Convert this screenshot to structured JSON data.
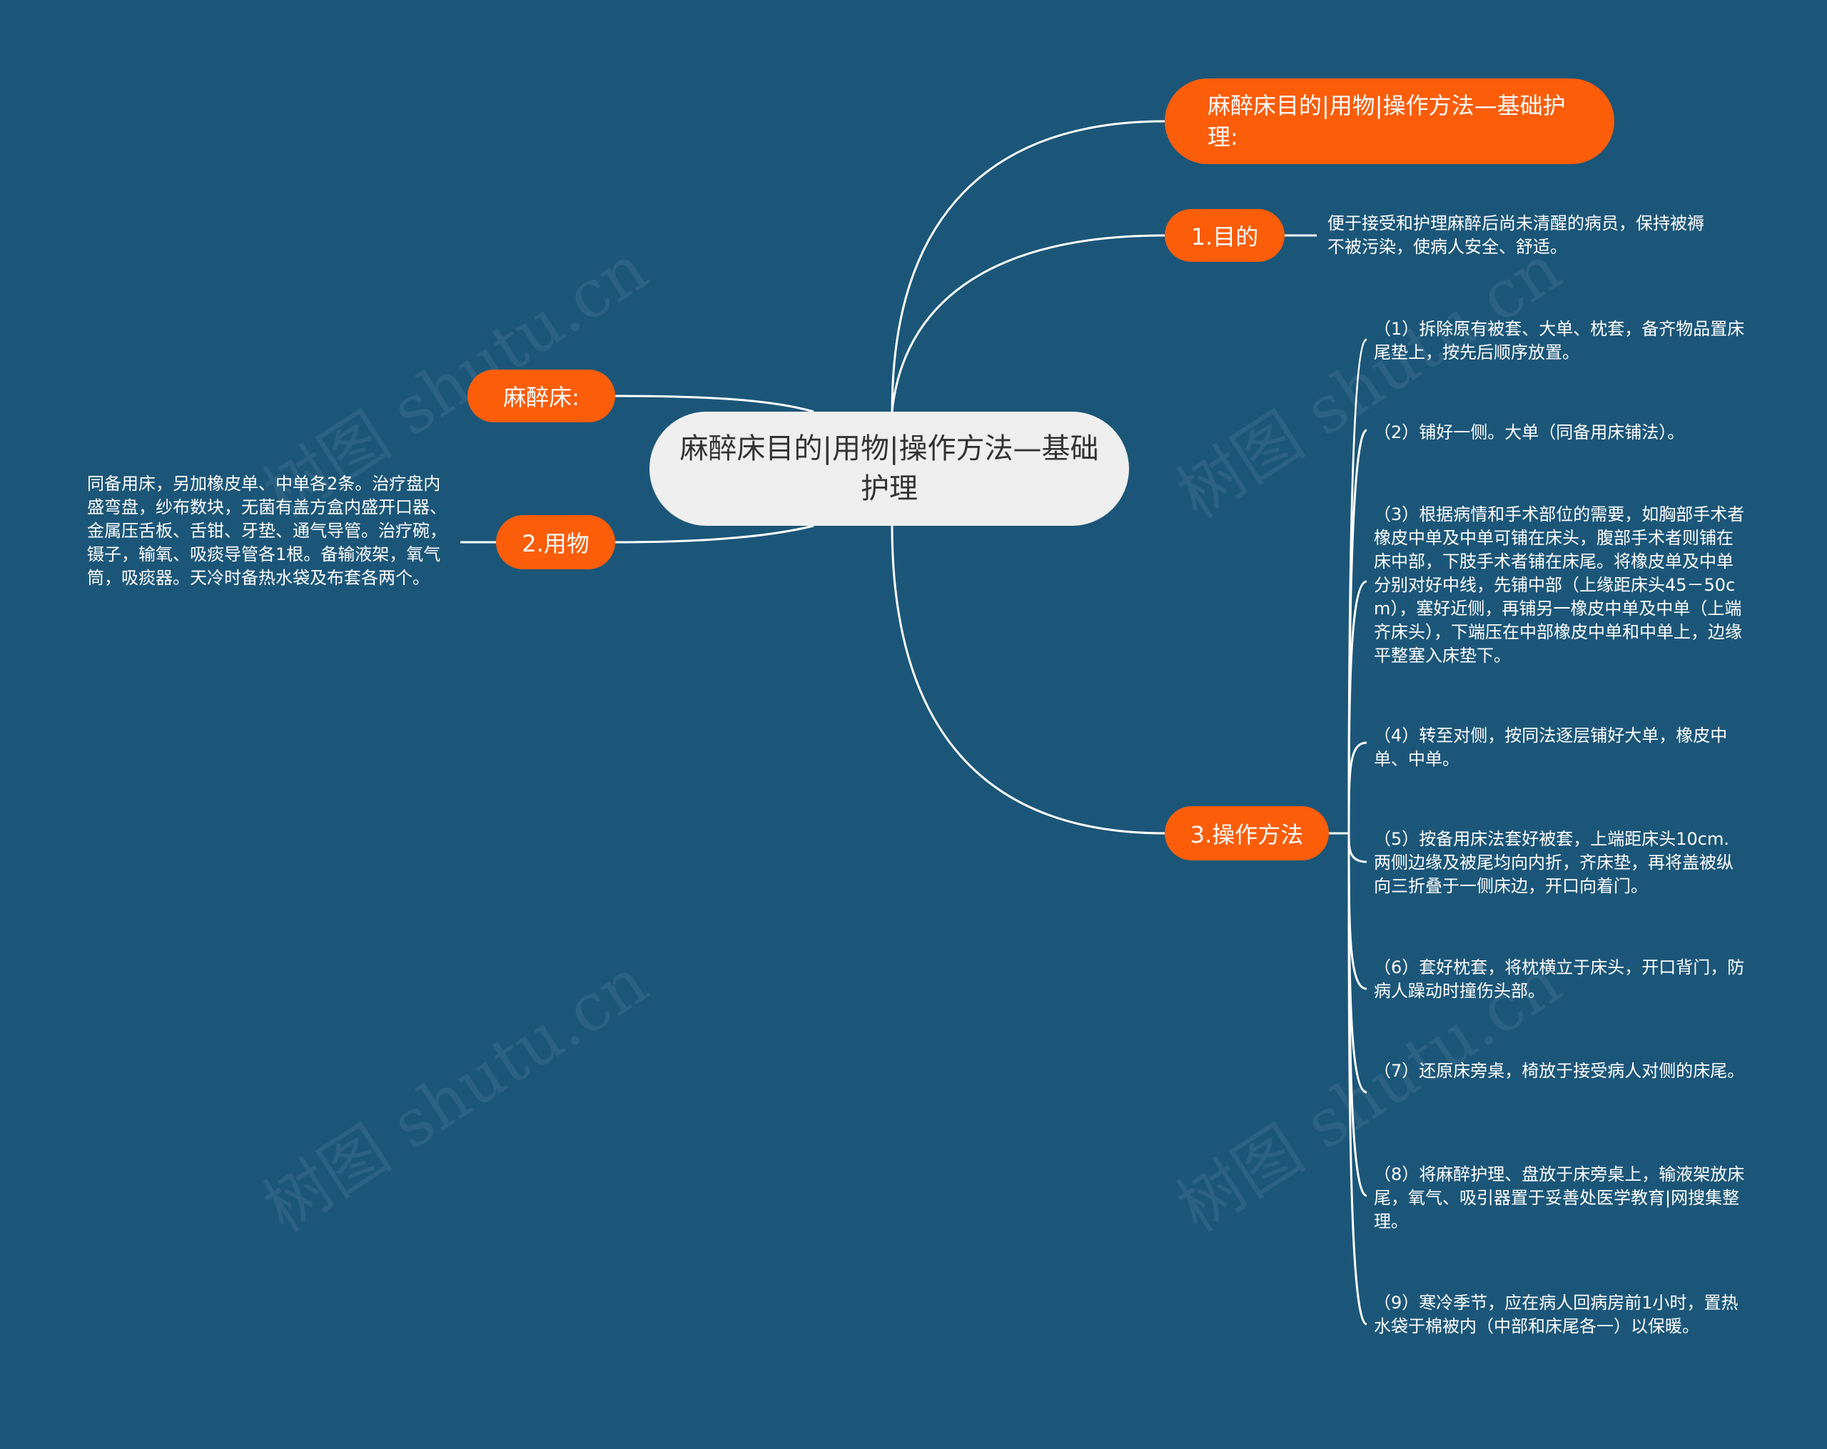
{
  "colors": {
    "background": "#1b5679",
    "center_fill": "#efefef",
    "branch_fill": "#fb5d09",
    "connector": "#ffffff"
  },
  "watermark": "树图 shutu.cn",
  "center": {
    "label": "麻醉床目的|用物|操作方法—基础护理"
  },
  "branches": {
    "title_node": {
      "label": "麻醉床目的|用物|操作方法—基础护理:"
    },
    "purpose": {
      "label": "1.目的",
      "detail": "便于接受和护理麻醉后尚未清醒的病员，保持被褥不被污染，使病人安全、舒适。"
    },
    "bed": {
      "label": "麻醉床:"
    },
    "supplies": {
      "label": "2.用物",
      "detail": "同备用床，另加橡皮单、中单各2条。治疗盘内盛弯盘，纱布数块，无菌有盖方盒内盛开口器、金属压舌板、舌钳、牙垫、通气导管。治疗碗，镊子，输氧、吸痰导管各1根。备输液架，氧气筒，吸痰器。天冷时备热水袋及布套各两个。"
    },
    "method": {
      "label": "3.操作方法",
      "steps": [
        "（1）拆除原有被套、大单、枕套，备齐物品置床尾垫上，按先后顺序放置。",
        "（2）铺好一侧。大单（同备用床铺法）。",
        "（3）根据病情和手术部位的需要，如胸部手术者橡皮中单及中单可铺在床头，腹部手术者则铺在床中部，下肢手术者铺在床尾。将橡皮单及中单分别对好中线，先铺中部（上缘距床头45－50cm），塞好近侧，再铺另一橡皮中单及中单（上端齐床头），下端压在中部橡皮中单和中单上，边缘平整塞入床垫下。",
        "（4）转至对侧，按同法逐层铺好大单，橡皮中单、中单。",
        "（5）按备用床法套好被套，上端距床头10cm.两侧边缘及被尾均向内折，齐床垫，再将盖被纵向三折叠于一侧床边，开口向着门。",
        "（6）套好枕套，将枕横立于床头，开口背门，防病人躁动时撞伤头部。",
        "（7）还原床旁桌，椅放于接受病人对侧的床尾。",
        "（8）将麻醉护理、盘放于床旁桌上，输液架放床尾，氧气、吸引器置于妥善处医学教育|网搜集整理。",
        "（9）寒冷季节，应在病人回病房前1小时，置热水袋于棉被内（中部和床尾各一）以保暖。"
      ]
    }
  }
}
